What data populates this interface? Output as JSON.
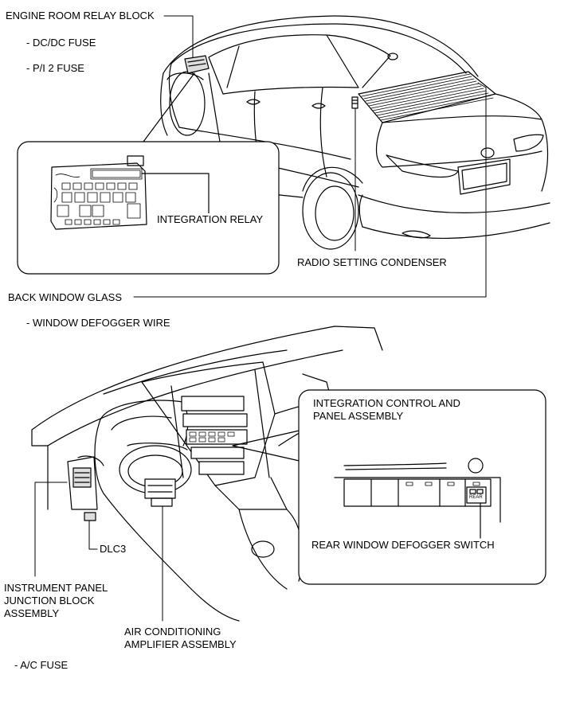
{
  "labels": {
    "engine_room_relay_block": "ENGINE ROOM RELAY BLOCK",
    "dc_dc_fuse": "- DC/DC FUSE",
    "p_i_2_fuse": "- P/I 2 FUSE",
    "integration_relay": "INTEGRATION RELAY",
    "radio_setting_condenser": "RADIO SETTING CONDENSER",
    "back_window_glass": "BACK WINDOW GLASS",
    "window_defogger_wire": "- WINDOW DEFOGGER WIRE",
    "integration_control_line1": "INTEGRATION CONTROL AND",
    "integration_control_line2": "PANEL ASSEMBLY",
    "rear_window_defogger_switch": "REAR WINDOW DEFOGGER SWITCH",
    "dlc3": "DLC3",
    "instrument_panel_line1": "INSTRUMENT PANEL",
    "instrument_panel_line2": "JUNCTION BLOCK",
    "instrument_panel_line3": "ASSEMBLY",
    "air_conditioning_line1": "AIR CONDITIONING",
    "air_conditioning_line2": "AMPLIFIER ASSEMBLY",
    "ac_fuse": "- A/C FUSE",
    "switch_rear_text": "REAR"
  },
  "colors": {
    "line": "#000000",
    "background": "#ffffff"
  }
}
